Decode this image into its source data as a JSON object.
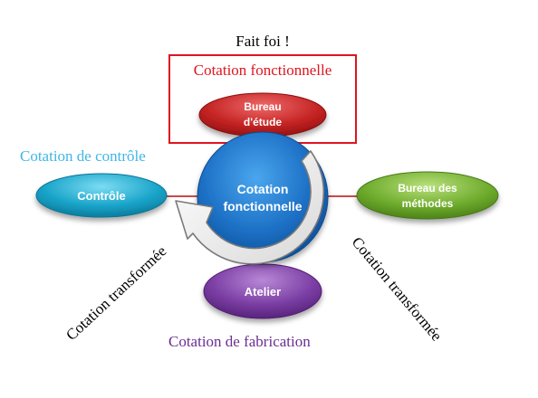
{
  "title": "Fait foi !",
  "highlight_box": {
    "label": "Cotation fonctionnelle",
    "color": "#e0141e"
  },
  "center_node": {
    "line1": "Cotation",
    "line2": "fonctionnelle",
    "color": "#1c6fc4"
  },
  "nodes": {
    "top": {
      "line1": "Bureau",
      "line2": "d'étude",
      "color": "#c42323"
    },
    "left": {
      "line1": "Contrôle",
      "color": "#17a3c8"
    },
    "right": {
      "line1": "Bureau des",
      "line2": "méthodes",
      "color": "#6dab2c"
    },
    "bottom": {
      "line1": "Atelier",
      "color": "#7a3da3"
    }
  },
  "labels": {
    "left_caption": {
      "text": "Cotation de contrôle",
      "color": "#3fb6e6"
    },
    "bottom_caption": {
      "text": "Cotation de fabrication",
      "color": "#6a2e93"
    },
    "left_diagonal": "Cotation transformée",
    "right_diagonal": "Cotation transformée"
  },
  "connector_color": "#c94a4a"
}
